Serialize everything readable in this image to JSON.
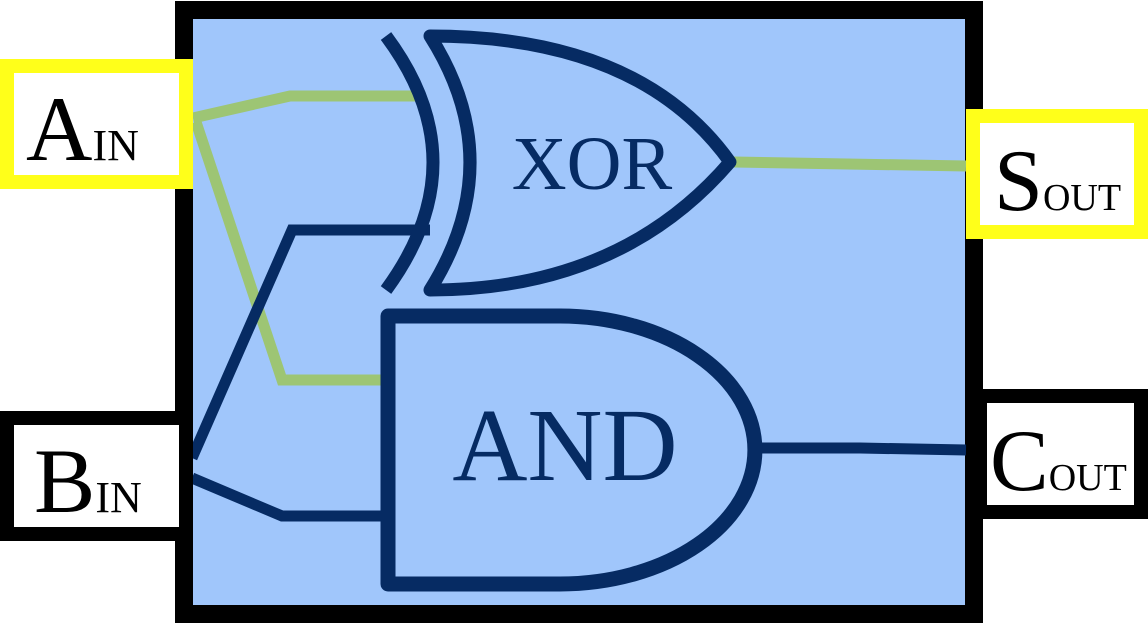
{
  "colors": {
    "block_fill": "#a0c6fb",
    "block_border": "#000000",
    "gate_stroke": "#062b63",
    "wire_a": "#9dc574",
    "wire_b": "#062b63",
    "port_a_border": "#ffff1a",
    "port_b_border": "#000000",
    "port_s_border": "#ffff1a",
    "port_c_border": "#000000"
  },
  "ports": {
    "a_in": {
      "main": "A",
      "sub": "IN"
    },
    "b_in": {
      "main": "B",
      "sub": "IN"
    },
    "s_out": {
      "main": "S",
      "sub": "OUT"
    },
    "c_out": {
      "main": "C",
      "sub": "OUT"
    }
  },
  "gates": {
    "xor_label": "XOR",
    "and_label": "AND"
  }
}
